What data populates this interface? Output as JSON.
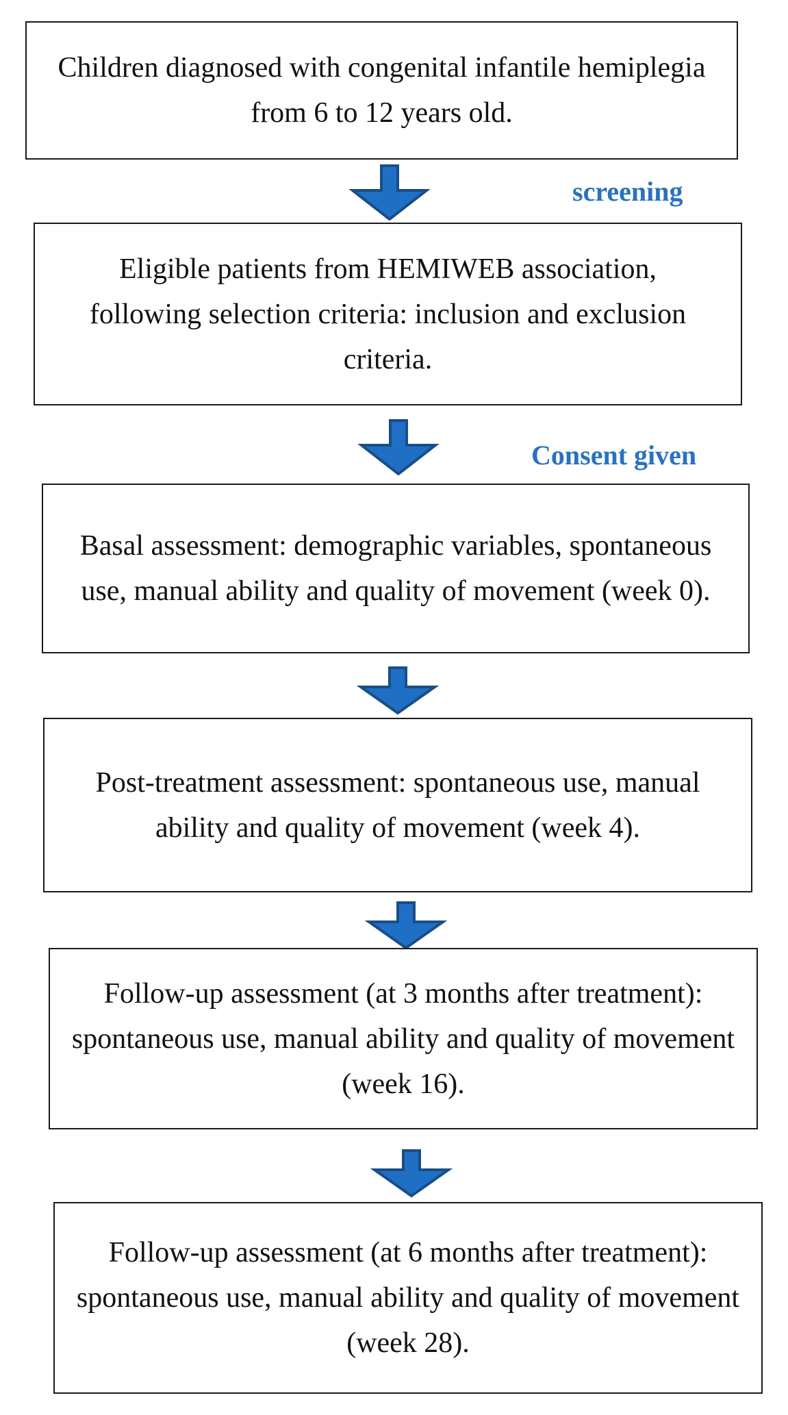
{
  "colors": {
    "arrow_fill": "#1f6fc5",
    "arrow_stroke": "#184e87",
    "label": "#2a72c0",
    "box_border": "#1a1a1a"
  },
  "boxes": [
    "Children diagnosed with congenital infantile hemiplegia from 6 to 12 years old.",
    "Eligible patients from HEMIWEB association, following selection criteria: inclusion and exclusion criteria.",
    "Basal assessment: demographic variables, spontaneous use, manual ability and quality of movement (week 0).",
    "Post-treatment assessment: spontaneous use, manual ability and quality of movement (week 4).",
    "Follow-up assessment (at 3 months after treatment): spontaneous use, manual ability and quality of movement (week 16).",
    "Follow-up assessment (at 6 months after treatment): spontaneous use, manual ability and quality of movement (week 28)."
  ],
  "labels": {
    "screening": "screening",
    "consent": "Consent given"
  },
  "icons": {
    "arrow": "down-arrow-icon"
  }
}
